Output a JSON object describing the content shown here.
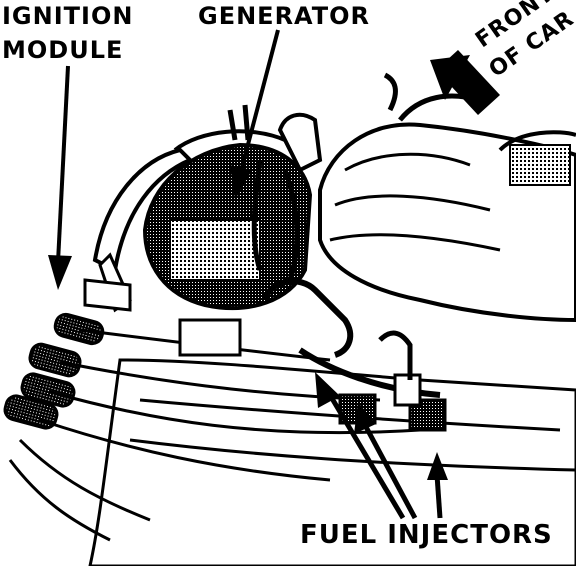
{
  "labels": {
    "ignition_line1": "IGNITION",
    "ignition_line2": "MODULE",
    "generator": "GENERATOR",
    "front_line1": "FRONT",
    "front_line2": "OF CAR",
    "fuel_injectors": "FUEL INJECTORS"
  },
  "colors": {
    "ink": "#000000",
    "paper": "#ffffff",
    "shade": "#555555"
  }
}
